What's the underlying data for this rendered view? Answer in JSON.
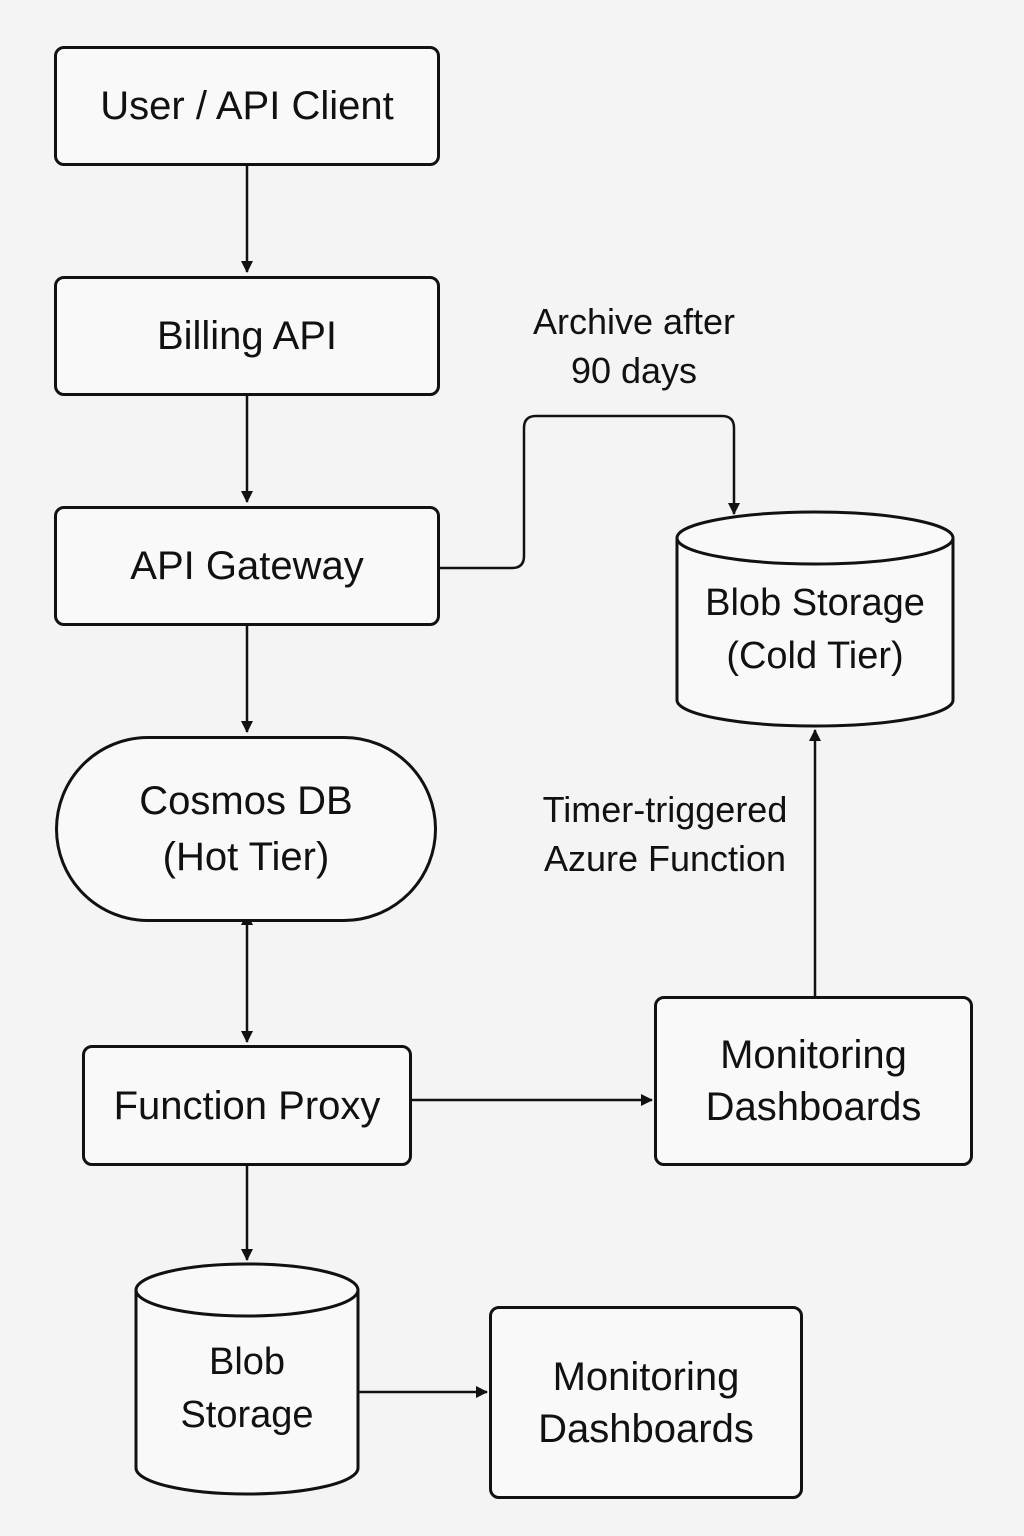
{
  "nodes": {
    "user_client": "User / API Client",
    "billing_api": "Billing API",
    "api_gateway": "API Gateway",
    "cosmos_db": "Cosmos DB\n(Hot Tier)",
    "function_proxy": "Function Proxy",
    "blob_cold": "Blob Storage\n(Cold Tier)",
    "monitoring_right": "Monitoring\nDashboards",
    "blob_storage": "Blob\nStorage",
    "monitoring_bottom": "Monitoring\nDashboards"
  },
  "edge_labels": {
    "archive": "Archive after\n90 days",
    "timer": "Timer-triggered\nAzure Function"
  },
  "colors": {
    "stroke": "#111111",
    "background": "#f4f4f4"
  }
}
